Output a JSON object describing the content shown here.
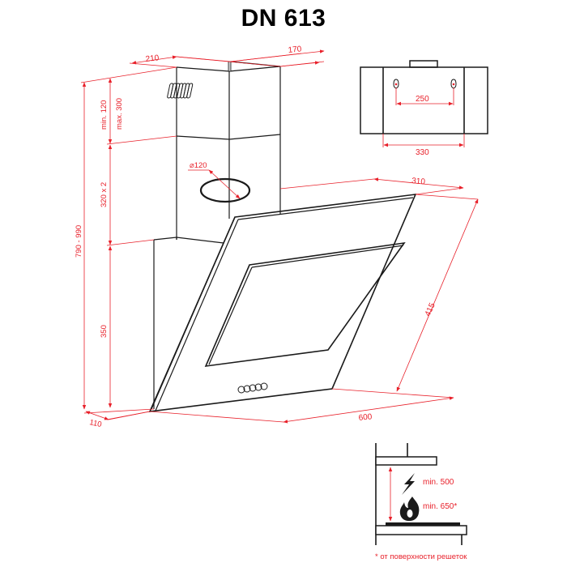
{
  "title": "DN 613",
  "main_view": {
    "dimensions": {
      "chimney_width": "210",
      "chimney_depth": "170",
      "chimney_top_min": "min. 120",
      "chimney_top_max": "max. 300",
      "chimney_sections": "320 x 2",
      "body_height": "350",
      "total_height": "790 - 990",
      "outlet_diameter": "⌀120",
      "glass_depth": "310",
      "glass_length": "415",
      "body_width": "600",
      "bottom_depth": "110"
    },
    "controls_buttons_count": 5
  },
  "mount_view": {
    "dimensions": {
      "hole_spacing": "250",
      "bracket_width": "330"
    }
  },
  "install_view": {
    "electric_min": "min. 500",
    "gas_min": "min. 650*",
    "footnote": "* от поверхности решеток",
    "icons": [
      "lightning-icon",
      "flame-icon"
    ]
  },
  "colors": {
    "dimension_red": "#e8202a",
    "outline_black": "#1a1a1a"
  }
}
